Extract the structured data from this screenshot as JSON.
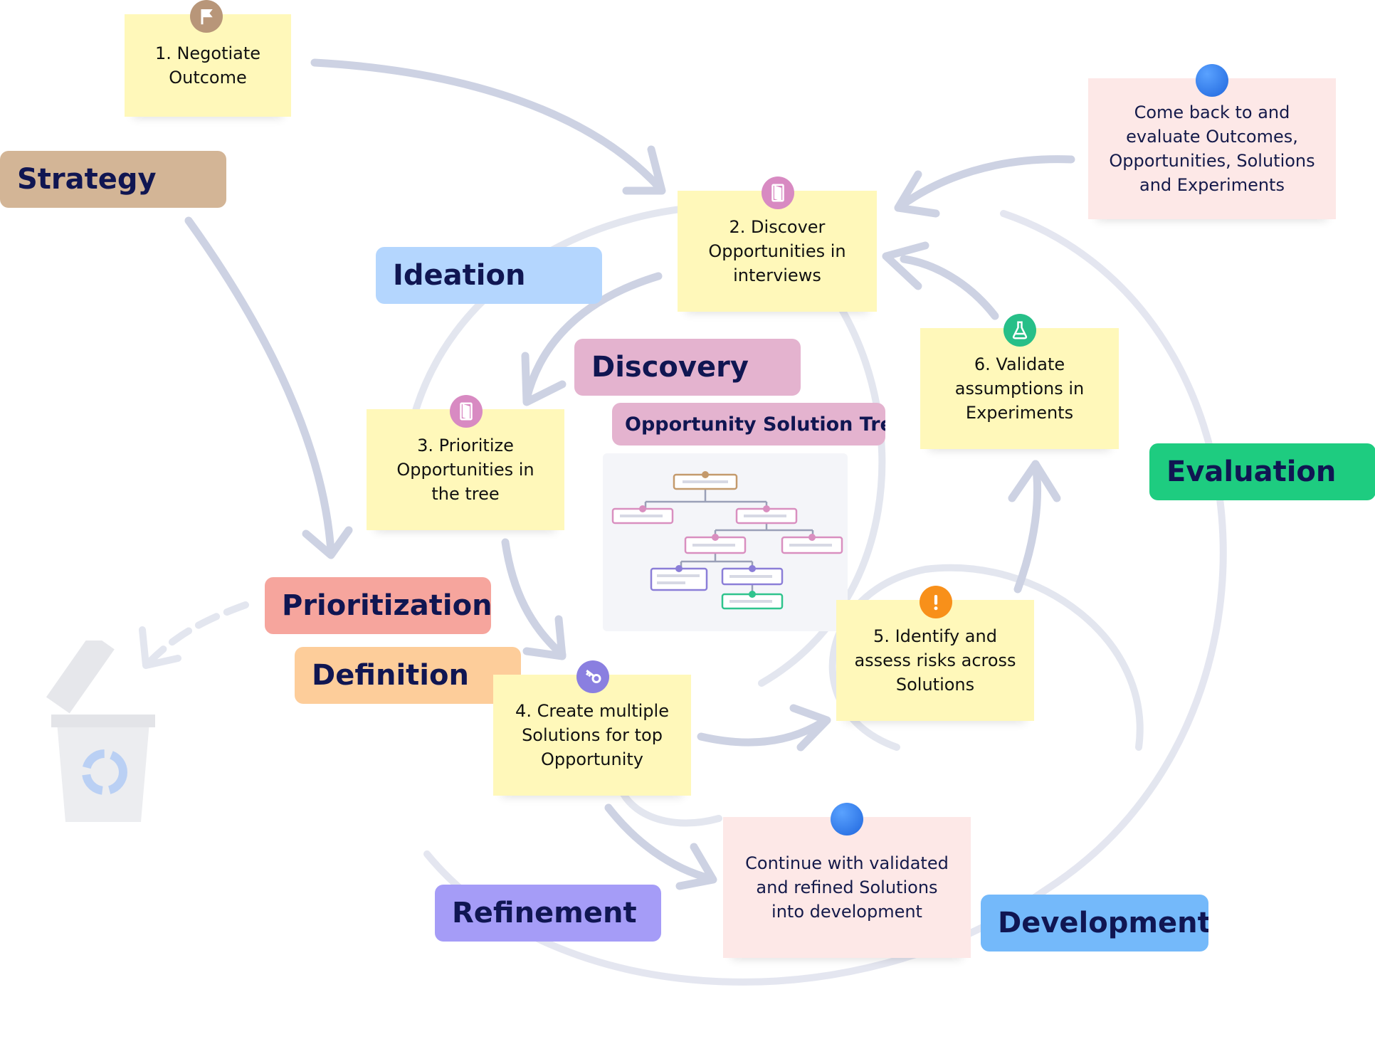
{
  "phases": {
    "strategy": "Strategy",
    "ideation": "Ideation",
    "discovery": "Discovery",
    "evaluation": "Evaluation",
    "prioritization": "Prioritization",
    "definition": "Definition",
    "refinement": "Refinement",
    "development": "Development"
  },
  "ost_label": "Opportunity Solution Tree",
  "steps": {
    "s1": "1. Negotiate\nOutcome",
    "s2": "2. Discover\nOpportunities in\ninterviews",
    "s3": "3. Prioritize\nOpportunities in\nthe tree",
    "s4": "4. Create multiple\nSolutions for top\nOpportunity",
    "s5": "5. Identify and\nassess risks across\nSolutions",
    "s6": "6. Validate\nassumptions in\nExperiments"
  },
  "notes": {
    "come_back": "Come back to and\nevaluate Outcomes,\nOpportunities, Solutions\nand Experiments",
    "continue": "Continue with validated\nand refined Solutions\ninto development"
  },
  "colors": {
    "strategy": "#d3b596",
    "ideation": "#b4d6fe",
    "discovery": "#e4b3cf",
    "evaluation": "#1ecc80",
    "prioritization": "#f6a59d",
    "definition": "#fdcd9a",
    "refinement": "#a59cf7",
    "development": "#74b9fa",
    "sticky_yellow": "#fff8ba",
    "sticky_pink": "#fde8e7",
    "arrow": "#cdd2e3"
  },
  "icons": {
    "s1": "flag-icon",
    "s2": "door-icon",
    "s3": "door-icon",
    "s4": "key-icon",
    "s5": "exclamation-icon",
    "s6": "flask-icon",
    "come_back": "pin-icon",
    "continue": "pin-icon",
    "bin": "recycle-bin-icon"
  }
}
